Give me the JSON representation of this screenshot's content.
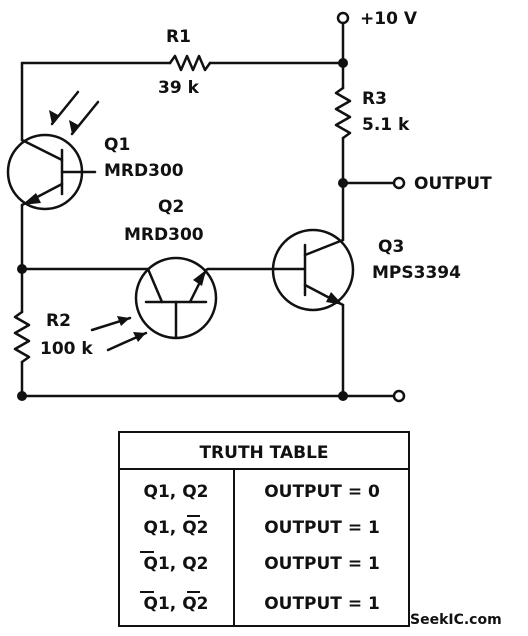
{
  "circuit": {
    "supply_label": "+10 V",
    "output_label": "OUTPUT",
    "r1": {
      "name": "R1",
      "value": "39 k"
    },
    "r2": {
      "name": "R2",
      "value": "100 k"
    },
    "r3": {
      "name": "R3",
      "value": "5.1 k"
    },
    "q1": {
      "name": "Q1",
      "part": "MRD300"
    },
    "q2": {
      "name": "Q2",
      "part": "MRD300"
    },
    "q3": {
      "name": "Q3",
      "part": "MPS3394"
    }
  },
  "truth_table": {
    "title": "TRUTH TABLE",
    "rows": [
      {
        "input": "Q1, Q2",
        "output": "OUTPUT = 0"
      },
      {
        "input": "Q1, Q2",
        "output": "OUTPUT = 1"
      },
      {
        "input": "Q1, Q2",
        "output": "OUTPUT = 1"
      },
      {
        "input": "Q1, Q2",
        "output": "OUTPUT = 1"
      }
    ]
  },
  "watermark": "SeekIC.com"
}
